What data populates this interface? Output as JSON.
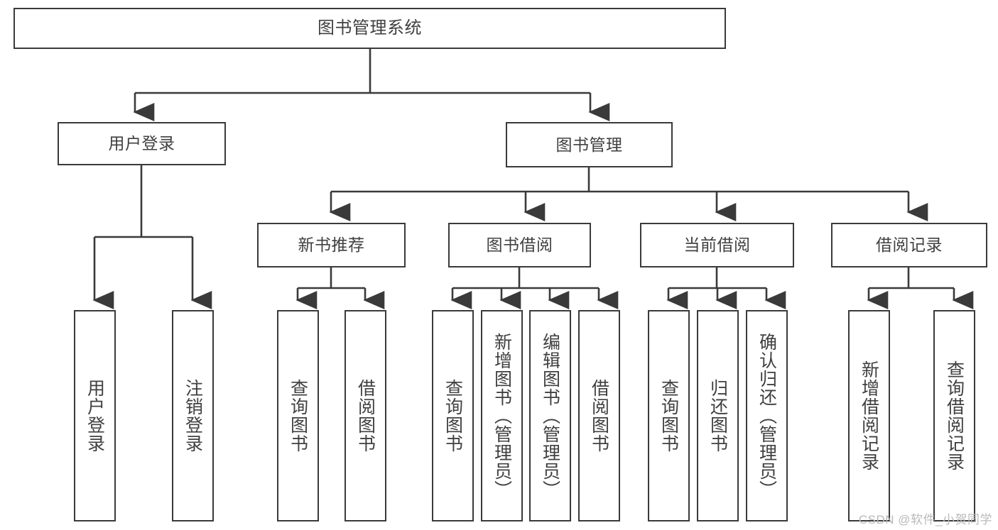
{
  "diagram": {
    "title": "图书管理系统",
    "type": "hierarchy-tree",
    "colors": {
      "background": "#ffffff",
      "box_border": "#3a3a3a",
      "box_fill": "#ffffff",
      "text": "#404040",
      "connector": "#3a3a3a",
      "watermark": "#b9b9b9"
    },
    "levels": {
      "root": {
        "label": "图书管理系统"
      },
      "level1": [
        {
          "label": "用户登录"
        },
        {
          "label": "图书管理"
        }
      ],
      "level2": [
        {
          "label": "新书推荐"
        },
        {
          "label": "图书借阅"
        },
        {
          "label": "当前借阅"
        },
        {
          "label": "借阅记录"
        }
      ],
      "leaves": {
        "user_login": [
          {
            "label": "用户登录"
          },
          {
            "label": "注销登录"
          }
        ],
        "new_book_recommend": [
          {
            "label": "查询图书"
          },
          {
            "label": "借阅图书"
          }
        ],
        "book_borrow": [
          {
            "label": "查询图书"
          },
          {
            "label": "新增图书（管理员）"
          },
          {
            "label": "编辑图书（管理员）"
          },
          {
            "label": "借阅图书"
          }
        ],
        "current_borrow": [
          {
            "label": "查询图书"
          },
          {
            "label": "归还图书"
          },
          {
            "label": "确认归还（管理员）"
          }
        ],
        "borrow_records": [
          {
            "label": "新增借阅记录"
          },
          {
            "label": "查询借阅记录"
          }
        ]
      }
    },
    "watermark": "CSDN @软件_小贺同学"
  }
}
